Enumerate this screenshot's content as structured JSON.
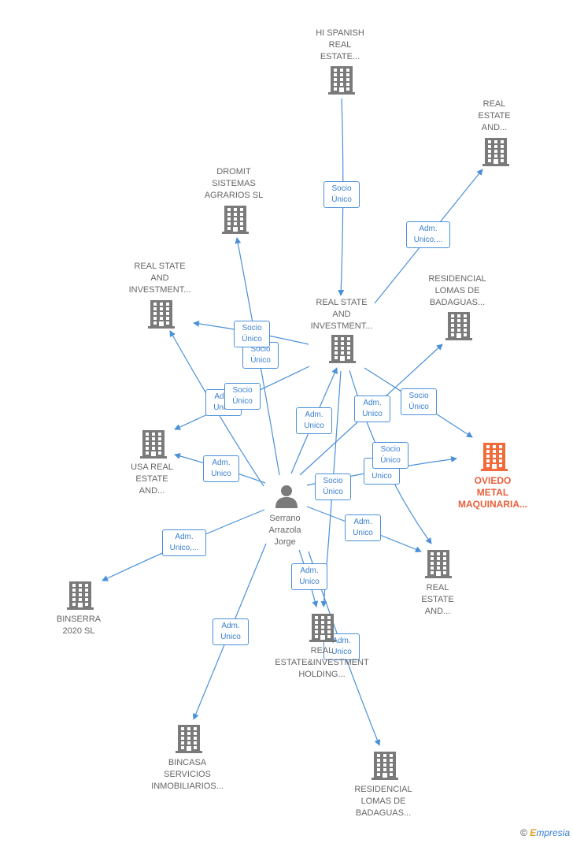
{
  "center": {
    "name": "Serrano\nArrazola\nJorge"
  },
  "companies": [
    {
      "id": "hi-spanish",
      "name": "HI SPANISH\nREAL\nESTATE...",
      "highlight": false
    },
    {
      "id": "real-estate-and-top",
      "name": "REAL\nESTATE\nAND...",
      "highlight": false
    },
    {
      "id": "dromit",
      "name": "DROMIT\nSISTEMAS\nAGRARIOS SL",
      "highlight": false
    },
    {
      "id": "real-state-left",
      "name": "REAL STATE\nAND\nINVESTMENT...",
      "highlight": false
    },
    {
      "id": "real-state-mid",
      "name": "REAL STATE\nAND\nINVESTMENT...",
      "highlight": false
    },
    {
      "id": "residencial-top",
      "name": "RESIDENCIAL\nLOMAS DE\nBADAGUAS...",
      "highlight": false
    },
    {
      "id": "usa",
      "name": "USA REAL\nESTATE\nAND...",
      "highlight": false
    },
    {
      "id": "oviedo",
      "name": "OVIEDO\nMETAL\nMAQUINARIA...",
      "highlight": true
    },
    {
      "id": "binserra",
      "name": "BINSERRA\n2020 SL",
      "highlight": false
    },
    {
      "id": "real-estate-and-right",
      "name": "REAL\nESTATE\nAND...",
      "highlight": false
    },
    {
      "id": "re-holding",
      "name": "REAL\nESTATE&INVESTMENT\nHOLDING...",
      "highlight": false
    },
    {
      "id": "bincasa",
      "name": "BINCASA\nSERVICIOS\nINMOBILIARIOS...",
      "highlight": false
    },
    {
      "id": "residencial-bottom",
      "name": "RESIDENCIAL\nLOMAS DE\nBADAGUAS...",
      "highlight": false
    }
  ],
  "edge_labels": [
    "Socio\nÚnico",
    "Adm.\nUnico,...",
    "Socio\nÚnico",
    "Socio\nÚnico",
    "Adm.\nUnico",
    "Socio\nÚnico",
    "Adm.\nUnico",
    "Adm.\nUnico",
    "Socio\nÚnico",
    "Adm.\nUnico",
    "Socio\nÚnico",
    "Adm.\nUnico",
    "Socio\nÚnico",
    "Adm.\nUnico",
    "Adm.\nUnico,...",
    "Adm.\nUnico",
    "Adm.\nUnico",
    "Adm.\nUnico"
  ],
  "colors": {
    "edge": "#4a90d9",
    "building": "#7a7a7a",
    "highlight": "#f26b3a",
    "person": "#7a7a7a"
  },
  "brand": {
    "symbol": "©",
    "first": "E",
    "rest": "mpresia"
  }
}
